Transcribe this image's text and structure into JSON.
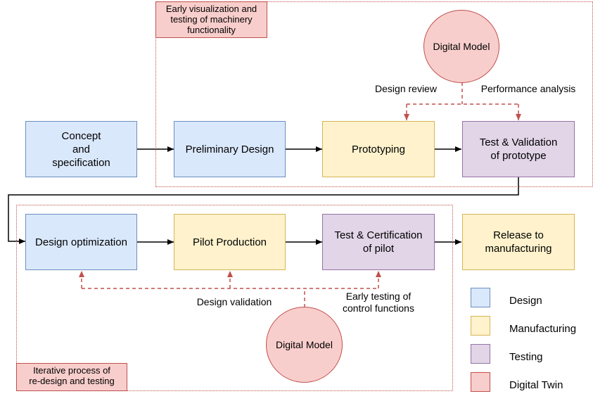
{
  "regions": {
    "top_label": "Early visualization and\ntesting of machinery\nfunctionality",
    "bottom_label": "Iterative process of\nre-design and testing"
  },
  "nodes": {
    "concept": "Concept\nand\nspecification",
    "preliminary": "Preliminary Design",
    "prototyping": "Prototyping",
    "test_validation": "Test & Validation\nof prototype",
    "design_opt": "Design optimization",
    "pilot": "Pilot Production",
    "test_cert": "Test & Certification\nof pilot",
    "release": "Release to\nmanufacturing"
  },
  "digital_model_top": "Digital Model",
  "digital_model_bottom": "Digital Model",
  "edge_labels": {
    "design_review": "Design review",
    "performance_analysis": "Performance analysis",
    "design_validation": "Design validation",
    "early_testing": "Early testing of\ncontrol functions"
  },
  "legend": [
    {
      "label": "Design",
      "color": "#dae8fc",
      "border": "#6c8ebf"
    },
    {
      "label": "Manufacturing",
      "color": "#fff2cc",
      "border": "#d6b656"
    },
    {
      "label": "Testing",
      "color": "#e1d5e7",
      "border": "#9673a6"
    },
    {
      "label": "Digital Twin",
      "color": "#f8cecc",
      "border": "#c0504d"
    }
  ],
  "colors": {
    "connector": "#000000",
    "feedback": "#c0504d"
  }
}
